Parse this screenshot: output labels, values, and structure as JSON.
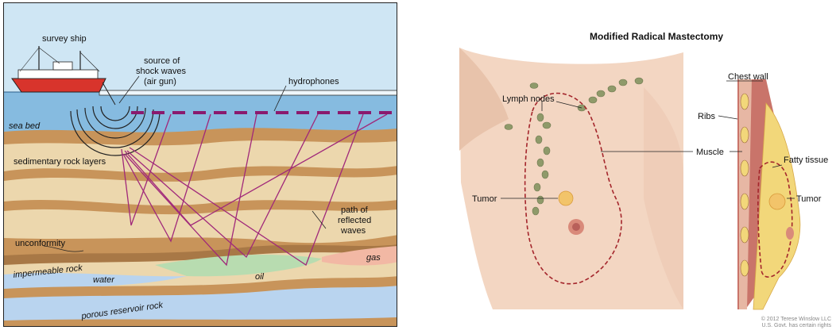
{
  "seismic": {
    "labels": {
      "ship": "survey ship",
      "source": [
        "source of",
        "shock waves",
        "(air gun)"
      ],
      "hydrophones": "hydrophones",
      "seabed": "sea bed",
      "sedimentary": "sedimentary rock layers",
      "path": [
        "path of",
        "reflected",
        "waves"
      ],
      "unconformity": "unconformity",
      "impermeable": "impermeable rock",
      "gas": "gas",
      "water": "water",
      "oil": "oil",
      "porous": "porous reservoir rock"
    },
    "colors": {
      "sky": "#cfe6f4",
      "sea": "#7fb5dc",
      "tan": "#e9d3a7",
      "brown": "#c8945a",
      "ray": "#a0287a",
      "hydrophone": "#8a1a6e",
      "water_layer": "#b9d4ef",
      "oil_layer": "#b8dcb0",
      "gas_layer": "#f2b8a4"
    }
  },
  "mastectomy": {
    "title": "Modified Radical Mastectomy",
    "labels": {
      "lymph": "Lymph nodes",
      "tumor_front": "Tumor",
      "chest_wall": "Chest wall",
      "ribs": "Ribs",
      "muscle": "Muscle",
      "fatty": "Fatty tissue",
      "tumor_side": "Tumor"
    },
    "copyright": [
      "© 2012 Terese Winslow LLC",
      "U.S. Govt. has certain rights"
    ],
    "colors": {
      "skin": "#f3d6c2",
      "node": "#8f9a6a",
      "outline": "#a4262c",
      "fat": "#f2d77a",
      "muscle": "#c9746a"
    }
  }
}
